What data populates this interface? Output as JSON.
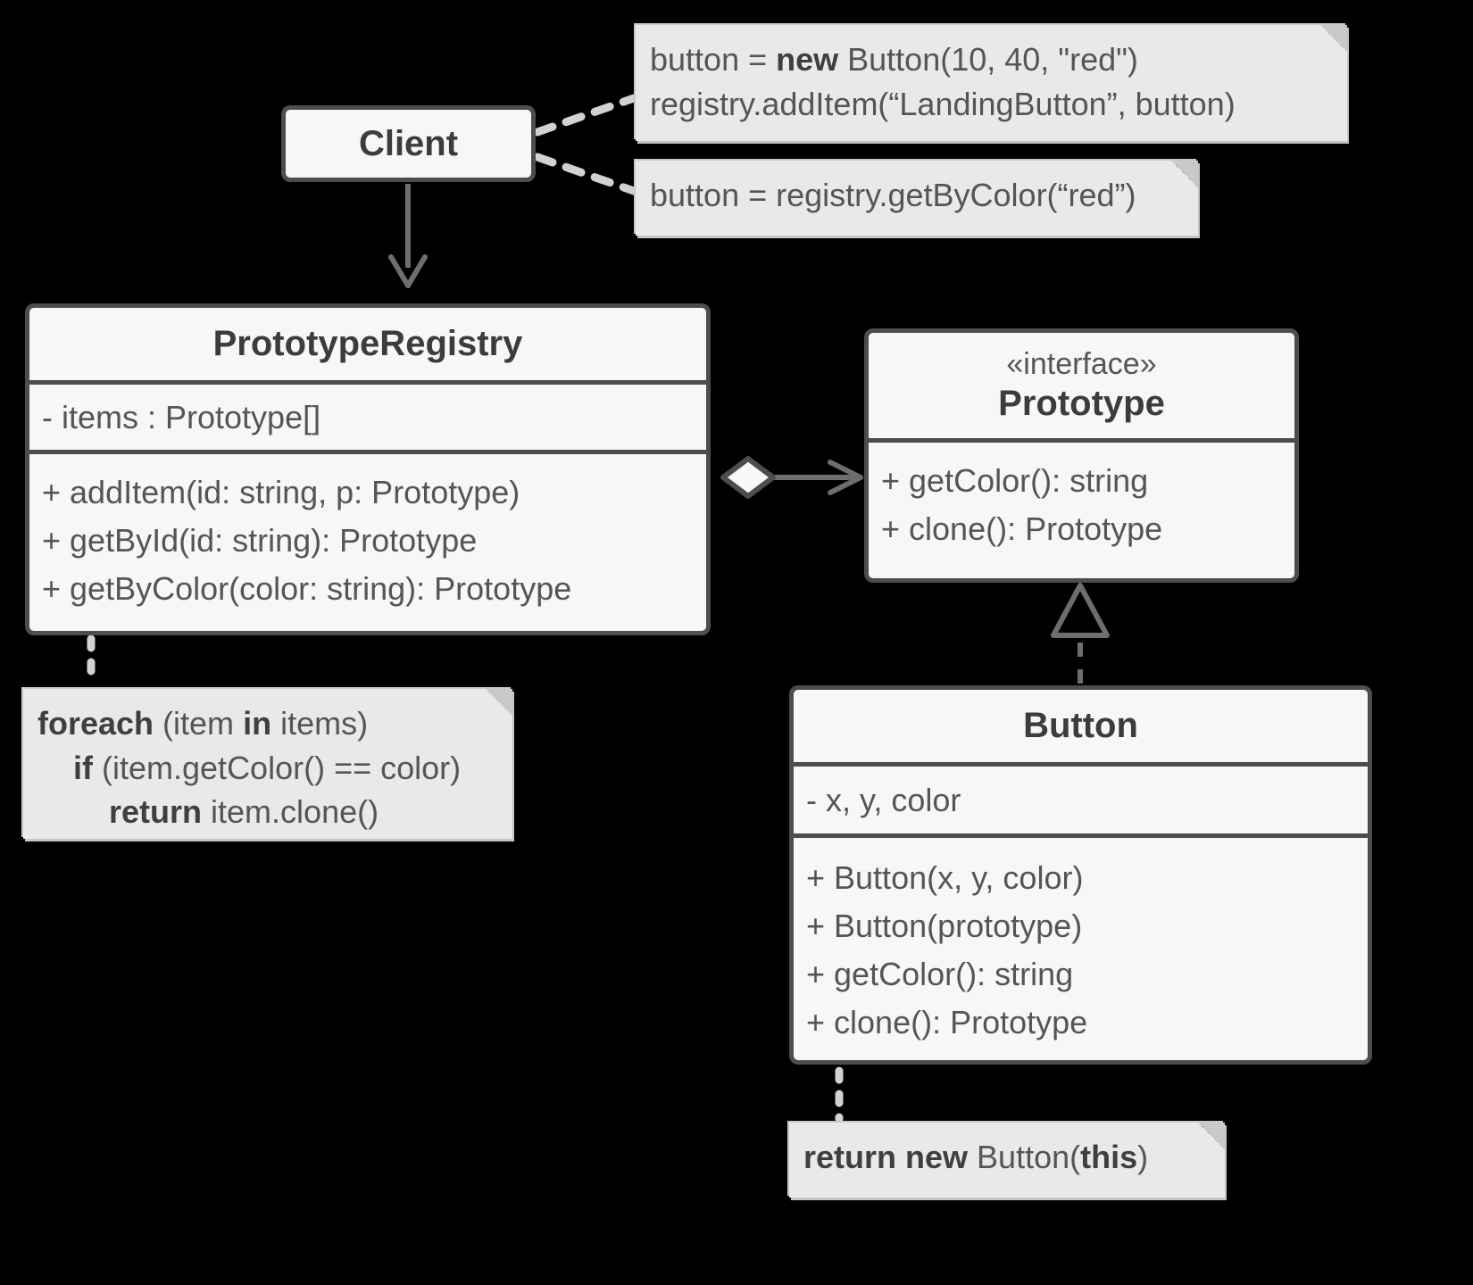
{
  "diagram": {
    "kind": "uml-class-diagram",
    "title": "Prototype pattern — PrototypeRegistry",
    "background": "#000000",
    "colors": {
      "class_fill": "#f7f7f7",
      "class_border": "#4d4d4d",
      "note_fill": "#e9e9e9",
      "note_shadow": "#c4c4c4",
      "text": "#555555",
      "connector": "#6e6e6e",
      "connector_dashed": "#d0d0d0"
    }
  },
  "classes": {
    "client": {
      "name": "Client",
      "stereotype": "",
      "attributes": [],
      "operations": []
    },
    "registry": {
      "name": "PrototypeRegistry",
      "stereotype": "",
      "attributes": [
        "- items : Prototype[]"
      ],
      "operations": [
        "+ addItem(id: string, p: Prototype)",
        "+ getById(id: string): Prototype",
        "+ getByColor(color: string): Prototype"
      ]
    },
    "prototype": {
      "name": "Prototype",
      "stereotype": "«interface»",
      "attributes": [],
      "operations": [
        "+ getColor(): string",
        "+ clone(): Prototype"
      ]
    },
    "button": {
      "name": "Button",
      "stereotype": "",
      "attributes": [
        "- x, y, color"
      ],
      "operations": [
        "+ Button(x, y, color)",
        "+ Button(prototype)",
        "+ getColor(): string",
        "+ clone(): Prototype"
      ]
    }
  },
  "notes": {
    "new_button": {
      "lines": [
        {
          "segments": [
            {
              "text": "button = ",
              "bold": false
            },
            {
              "text": "new",
              "bold": true
            },
            {
              "text": " Button(10, 40, \"red\")",
              "bold": false
            }
          ]
        },
        {
          "segments": [
            {
              "text": "registry.addItem(“LandingButton”, button)",
              "bold": false
            }
          ]
        }
      ],
      "plain": "button = new Button(10, 40, \"red\")\nregistry.addItem(“LandingButton”, button)"
    },
    "get_by_color": {
      "lines": [
        {
          "segments": [
            {
              "text": "button = registry.getByColor(“red”)",
              "bold": false
            }
          ]
        }
      ],
      "plain": "button = registry.getByColor(“red”)"
    },
    "foreach": {
      "lines": [
        {
          "segments": [
            {
              "text": "foreach",
              "bold": true
            },
            {
              "text": " (item ",
              "bold": false
            },
            {
              "text": "in",
              "bold": true
            },
            {
              "text": " items)",
              "bold": false
            }
          ]
        },
        {
          "segments": [
            {
              "text": "    ",
              "bold": false
            },
            {
              "text": "if",
              "bold": true
            },
            {
              "text": " (item.getColor() == color)",
              "bold": false
            }
          ]
        },
        {
          "segments": [
            {
              "text": "        ",
              "bold": false
            },
            {
              "text": "return",
              "bold": true
            },
            {
              "text": " item.clone()",
              "bold": false
            }
          ]
        }
      ],
      "plain": "foreach (item in items)\n    if (item.getColor() == color)\n        return item.clone()"
    },
    "clone_impl": {
      "lines": [
        {
          "segments": [
            {
              "text": "return new",
              "bold": true
            },
            {
              "text": " Button(",
              "bold": false
            },
            {
              "text": "this",
              "bold": true
            },
            {
              "text": ")",
              "bold": false
            }
          ]
        }
      ],
      "plain": "return new Button(this)"
    }
  },
  "relationships": [
    {
      "id": "client-to-registry",
      "kind": "association-directed",
      "from": "Client",
      "to": "PrototypeRegistry",
      "line": "solid",
      "arrow": "open-arrow"
    },
    {
      "id": "client-note-new",
      "kind": "note-anchor",
      "from": "Client",
      "to": "new_button",
      "line": "dashed",
      "arrow": "none"
    },
    {
      "id": "client-note-get",
      "kind": "note-anchor",
      "from": "Client",
      "to": "get_by_color",
      "line": "dashed",
      "arrow": "none"
    },
    {
      "id": "registry-to-prototype",
      "kind": "aggregation",
      "from": "PrototypeRegistry",
      "to": "Prototype",
      "line": "solid",
      "arrow": "open-arrow",
      "source_decoration": "hollow-diamond"
    },
    {
      "id": "button-realizes-prototype",
      "kind": "realization",
      "from": "Button",
      "to": "Prototype",
      "line": "dashed",
      "arrow": "hollow-triangle"
    },
    {
      "id": "registry-note-foreach",
      "kind": "note-anchor",
      "from": "PrototypeRegistry",
      "to": "foreach",
      "line": "dotted",
      "arrow": "none"
    },
    {
      "id": "button-note-clone",
      "kind": "note-anchor",
      "from": "Button",
      "to": "clone_impl",
      "line": "dotted",
      "arrow": "none"
    }
  ]
}
